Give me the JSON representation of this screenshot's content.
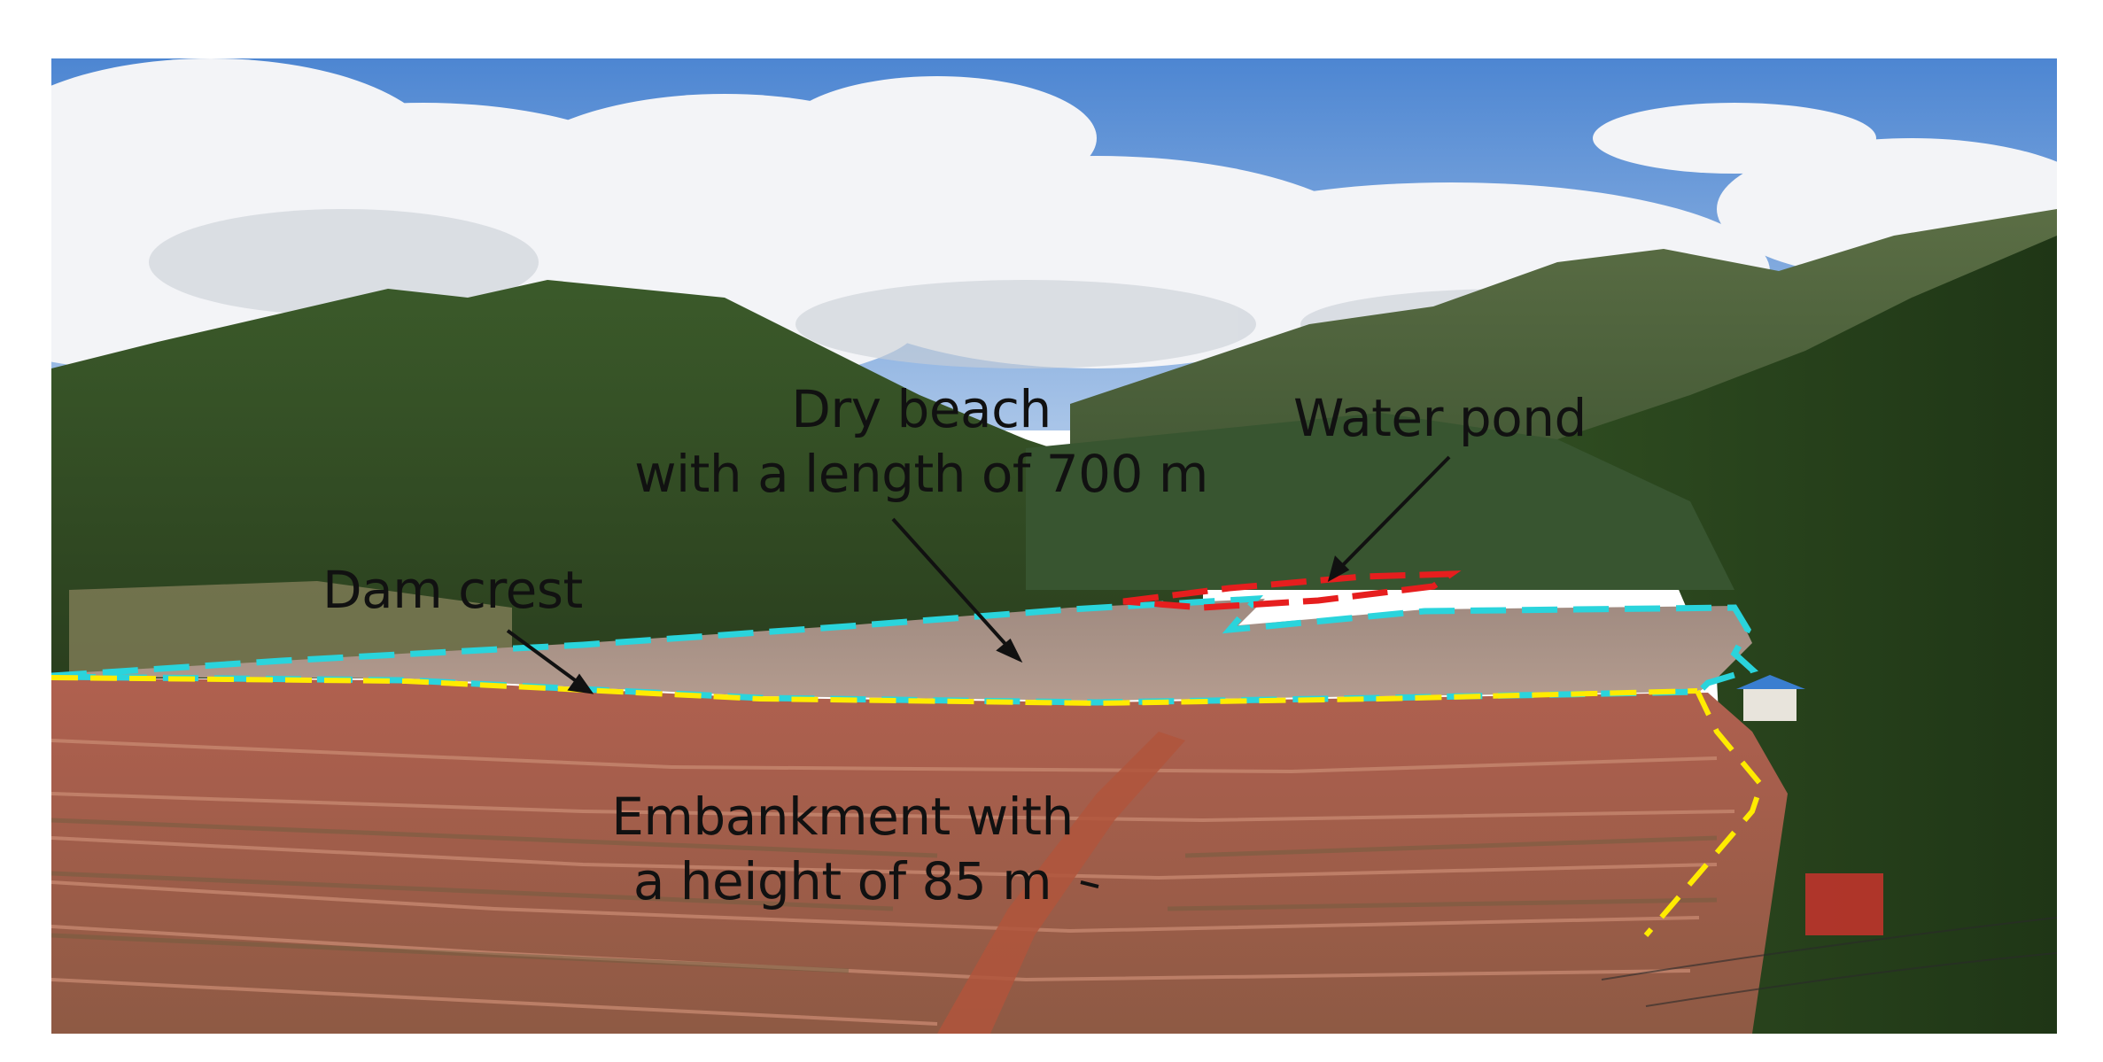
{
  "labels": {
    "dry_beach": {
      "line1": "Dry beach",
      "line2": "with a length of 700 m"
    },
    "water_pond": "Water pond",
    "dam_crest": "Dam crest",
    "embankment": {
      "line1": "Embankment with",
      "line2": "a height of 85 m"
    }
  },
  "outline_colors": {
    "dry_beach_boundary": "#2ad4dc",
    "water_pond_boundary": "#e61e1e",
    "dam_crest_line": "#ffeb00",
    "embankment_boundary": "#ffeb00"
  },
  "palette": {
    "sky": "#5f92d6",
    "cloud": "#f1f3f6",
    "forest": "#2f4a22",
    "beach": "#a89286",
    "embankment": "#a7584a"
  }
}
